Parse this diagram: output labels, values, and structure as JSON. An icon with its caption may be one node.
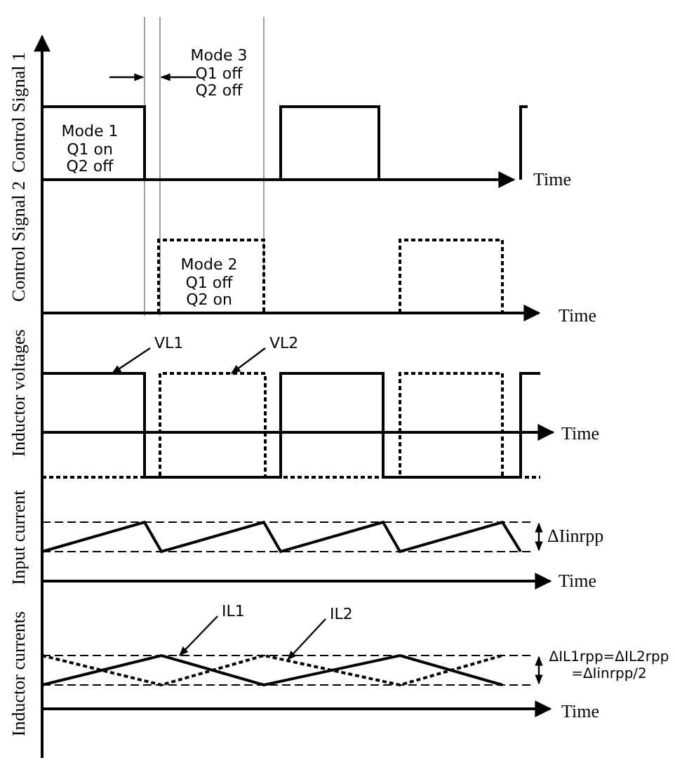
{
  "diagram": {
    "nodes": [
      {
        "text": [
          "VL1"
        ]
      },
      {
        "text": [
          "VL2"
        ]
      },
      {
        "text": [
          "IL1"
        ]
      },
      {
        "text": [
          "IL2"
        ]
      },
      {
        "text": [],
        "shape": "line"
      },
      {
        "text": [],
        "shape": "line"
      },
      {
        "text": [],
        "shape": "line"
      },
      {
        "text": [],
        "shape": "line"
      }
    ],
    "edges": [
      {
        "from": 0,
        "to": 4,
        "arrow": "to"
      },
      {
        "from": 1,
        "to": 5,
        "arrow": "to"
      },
      {
        "from": 2,
        "to": 6,
        "arrow": "to"
      },
      {
        "from": 3,
        "to": 7,
        "arrow": "to"
      }
    ],
    "labels": [
      "Control Signal 1",
      "Mode 3 Q1 off Q2 off",
      "Mode 1 Q1 on Q2 off",
      "Time",
      "Control Signal 2",
      "Mode 2 Q1 off Q2 on",
      "Time",
      "Inductor voltages",
      "Time",
      "Input current",
      "ΔIinrpp",
      "Time",
      "Inductor currents",
      "ΔIL1rpp=ΔIL2rpp =ΔIinrpp/2",
      "Time"
    ]
  }
}
